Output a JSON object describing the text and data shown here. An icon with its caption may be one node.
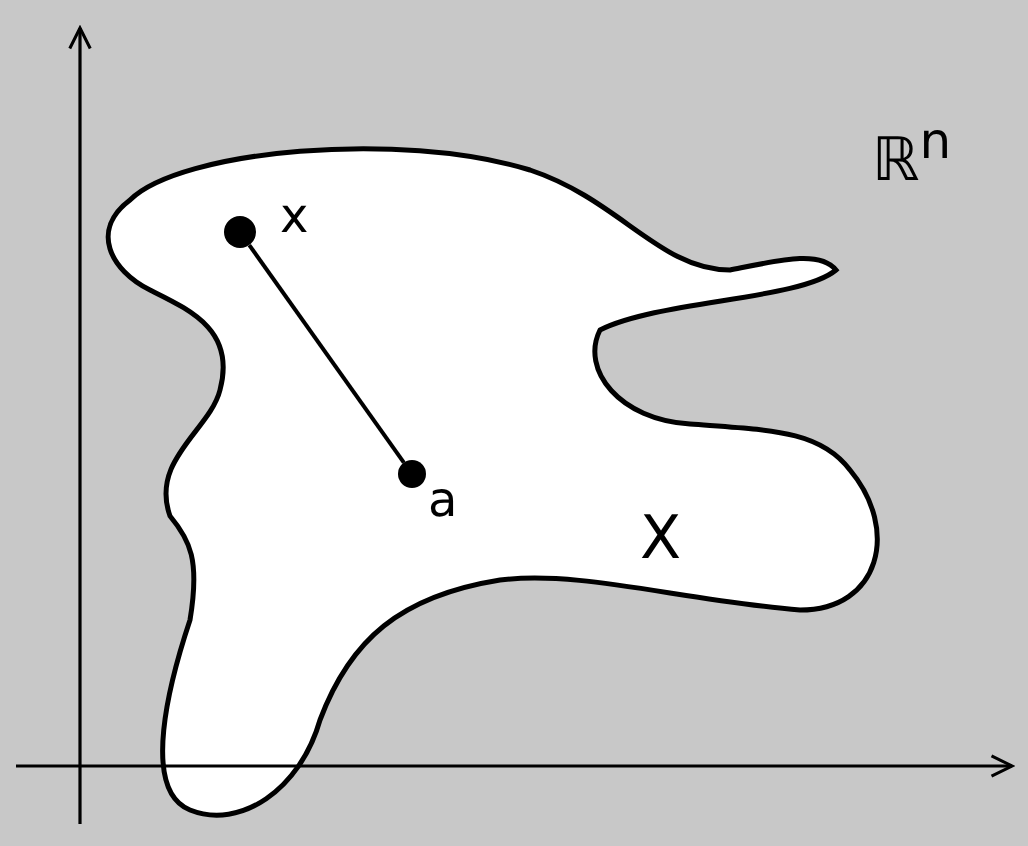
{
  "diagram": {
    "nodes": [
      {
        "text": [
          "ℝ$^{n}$"
        ]
      },
      {
        "text": [
          "X"
        ],
        "in": 0
      },
      {
        "text": [],
        "shape": "circle",
        "beside": [
          "x"
        ],
        "in": 1
      },
      {
        "text": [],
        "shape": "circle",
        "beside": [
          "a"
        ],
        "in": 1
      }
    ],
    "edges": [
      {
        "from": 2,
        "to": 3,
        "arrow": "none"
      }
    ]
  }
}
